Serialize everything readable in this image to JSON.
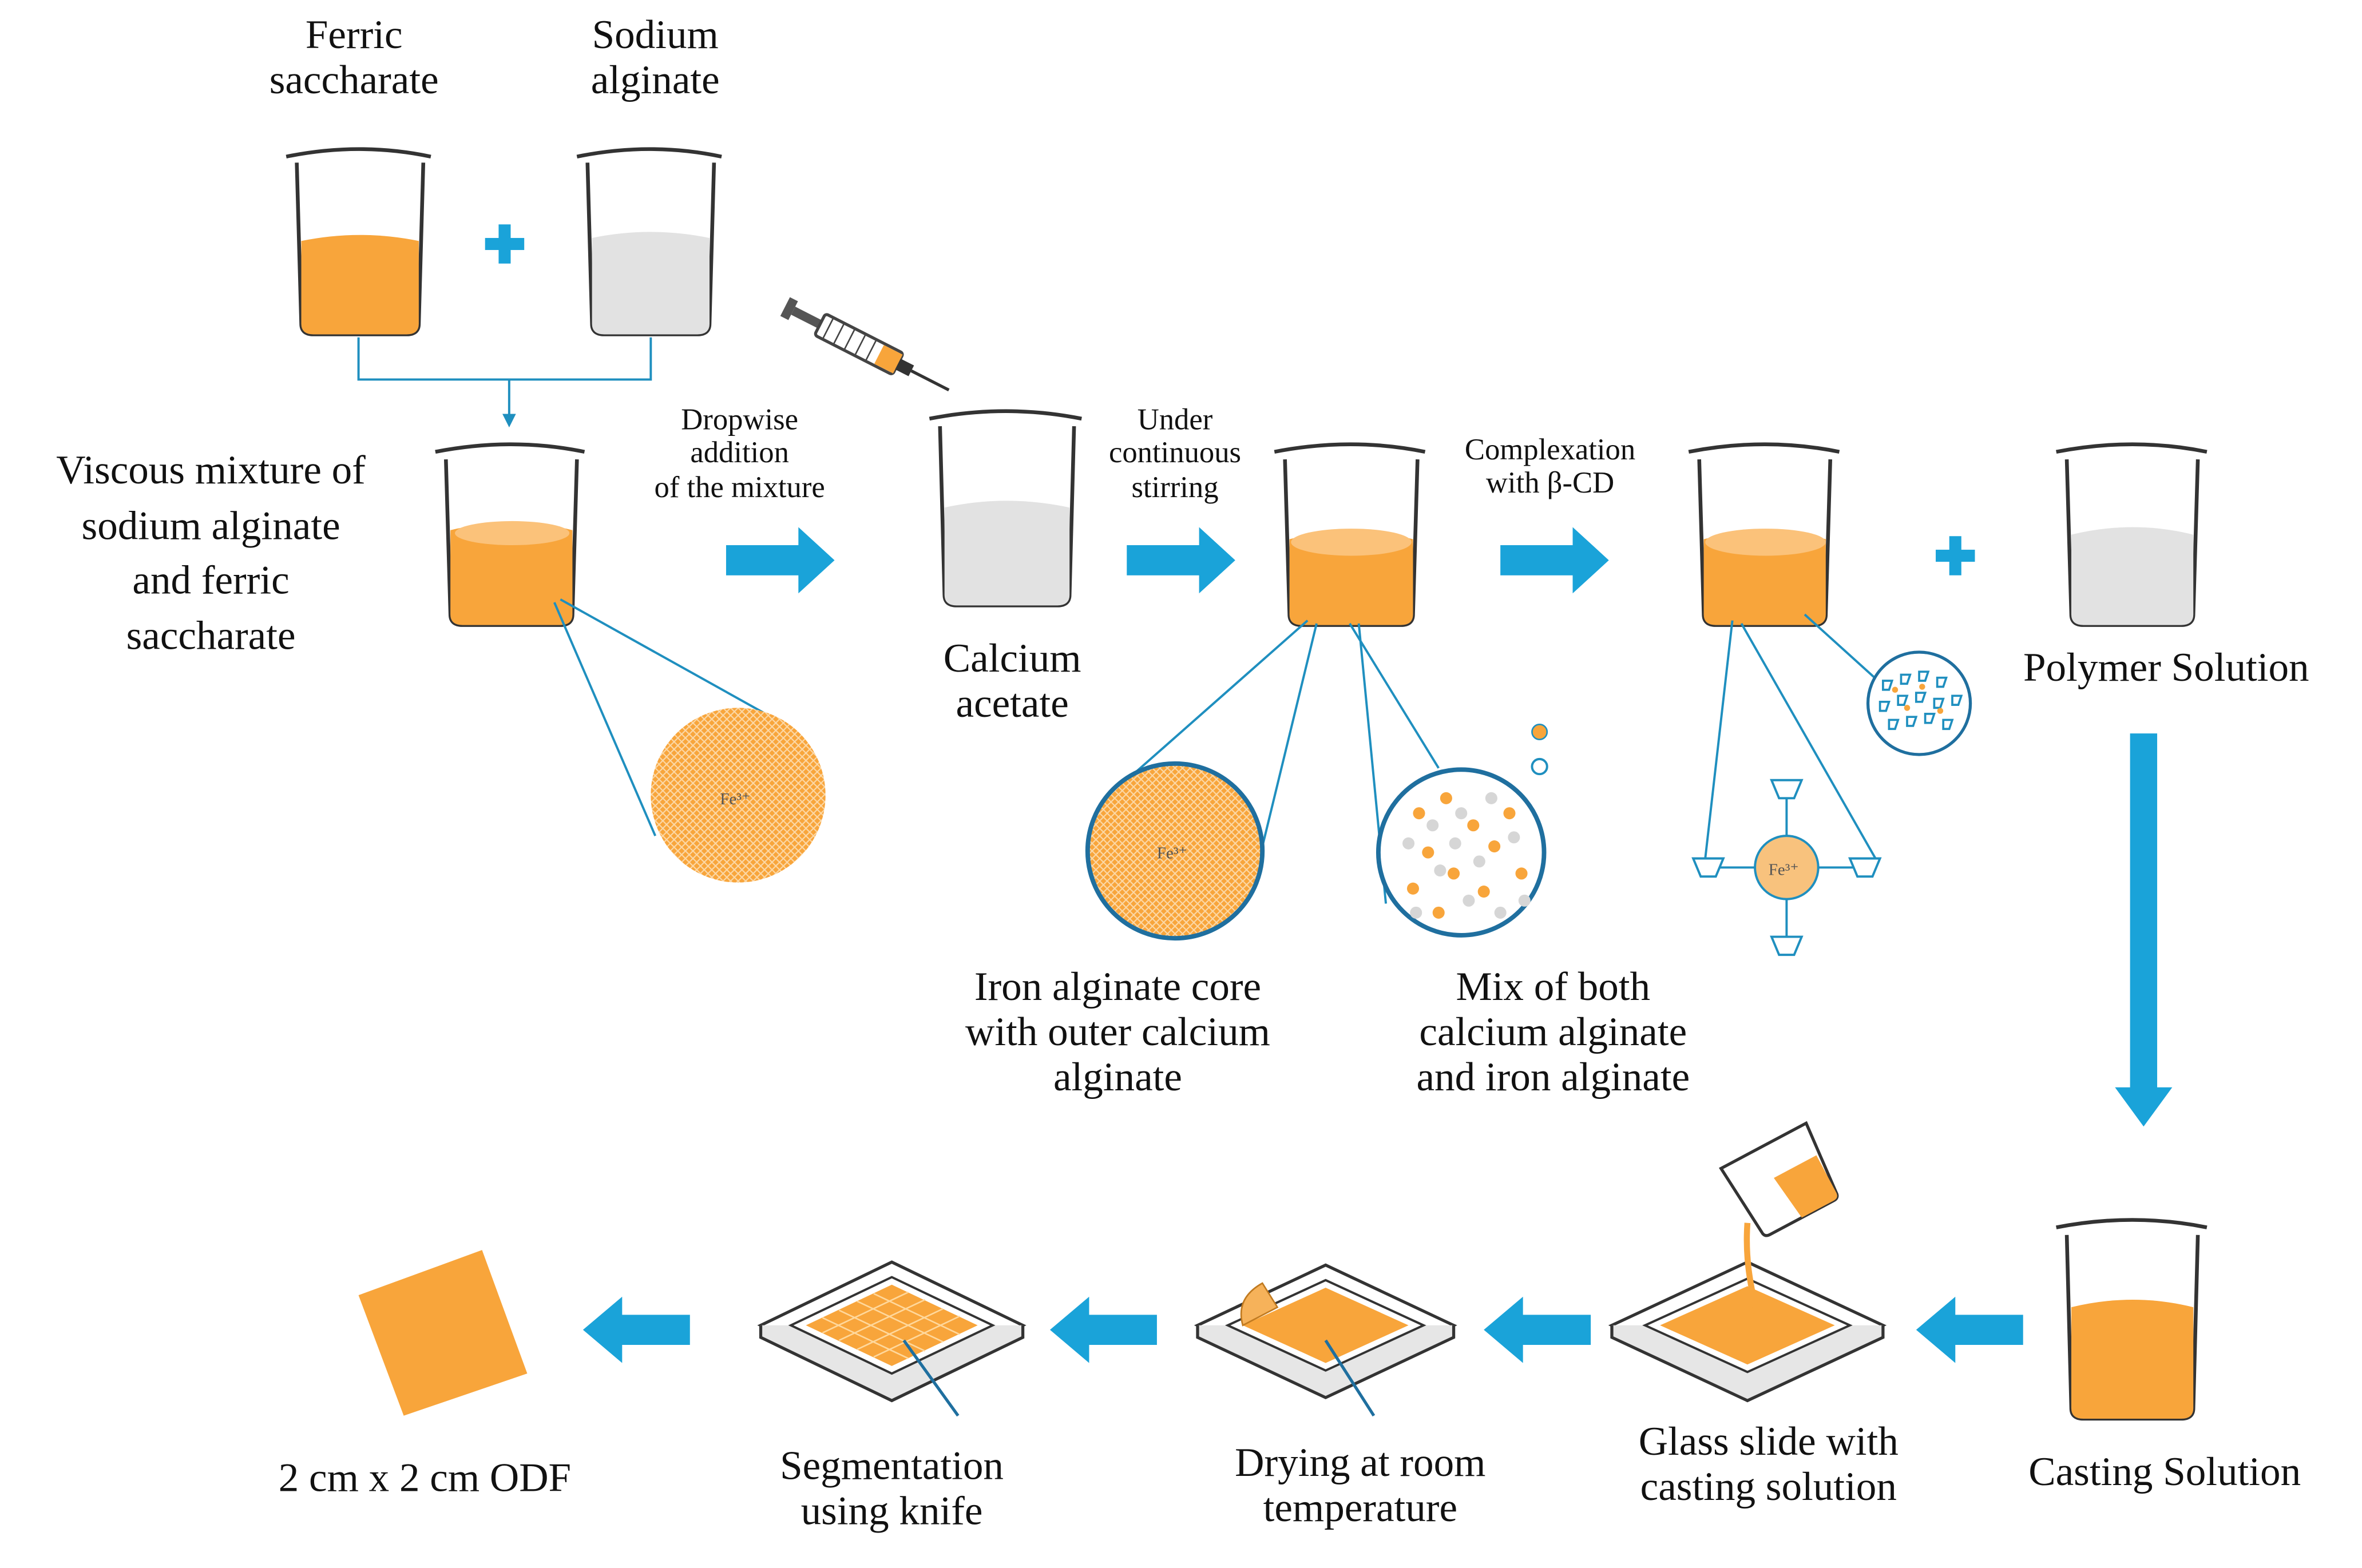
{
  "colors": {
    "accent": "#1aa3d9",
    "liquid_orange": "#f8a53b",
    "liquid_grey": "#d9d9d9",
    "line": "#1f8fbf"
  },
  "labels": {
    "ferric": "Ferric\nsaccharate",
    "sodium": "Sodium\nalginate",
    "viscous": "Viscous mixture of\nsodium alginate\nand ferric\nsaccharate",
    "dropwise": "Dropwise\naddition\nof the mixture",
    "calcium": "Calcium\nacetate",
    "stirring": "Under\ncontinuous\nstirring",
    "complexation": "Complexation\nwith β-CD",
    "polymer": "Polymer Solution",
    "iron_core": "Iron alginate core\nwith outer calcium\nalginate",
    "mix_both": "Mix of both\ncalcium alginate\nand iron alginate",
    "casting": "Casting Solution",
    "glass_slide": "Glass slide with\ncasting solution",
    "drying": "Drying at room\ntemperature",
    "segmentation": "Segmentation\nusing knife",
    "odf": "2 cm x 2 cm ODF"
  },
  "ions": {
    "fe": "Fe³⁺"
  },
  "icons": [
    "beaker-icon",
    "syringe-icon",
    "plus-icon",
    "arrow-right-icon",
    "arrow-down-icon",
    "arrow-left-icon",
    "glass-slide-icon",
    "odf-film-icon",
    "cyclodextrin-icon"
  ]
}
